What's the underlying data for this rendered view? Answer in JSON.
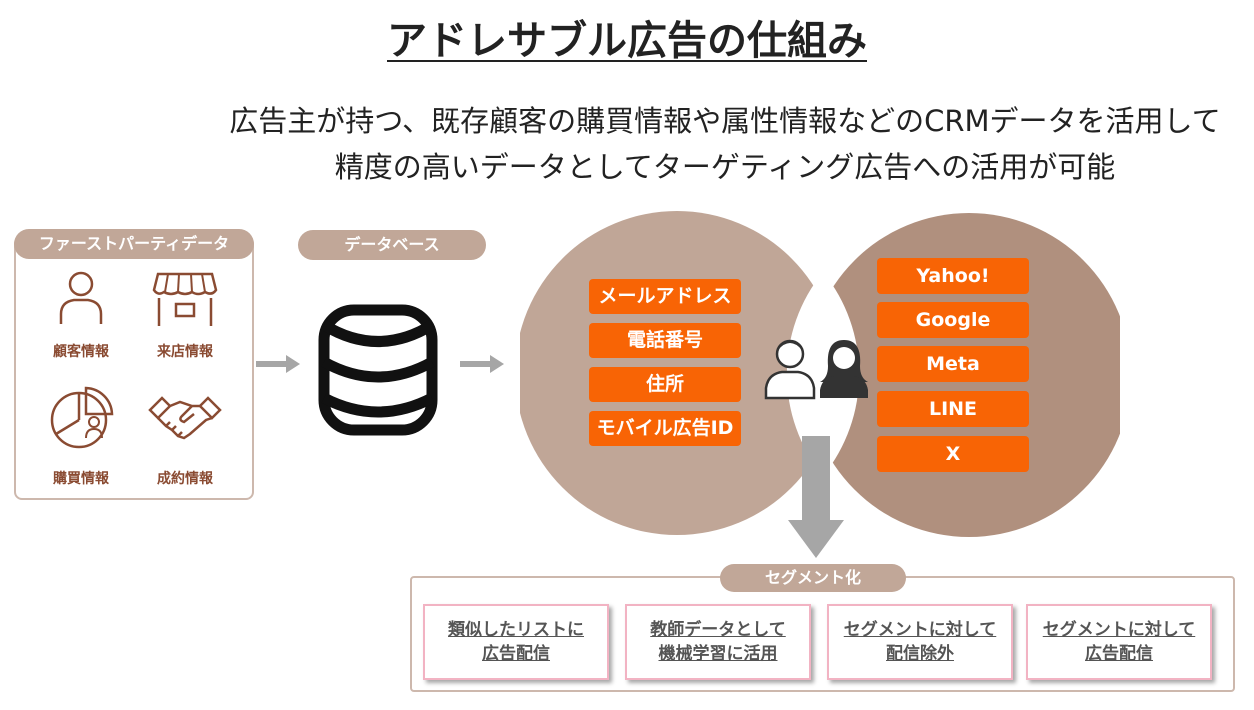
{
  "title": "アドレサブル広告の仕組み",
  "subtitle": {
    "line1": "広告主が持つ、既存顧客の購買情報や属性情報などのCRMデータを活用して",
    "line2": "精度の高いデータとしてターゲティング広告への活用が可能"
  },
  "first_party": {
    "label": "ファーストパーティデータ",
    "items": [
      {
        "label": "顧客情報",
        "icon": "person-icon"
      },
      {
        "label": "来店情報",
        "icon": "store-icon"
      },
      {
        "label": "購買情報",
        "icon": "pie-chart-person-icon"
      },
      {
        "label": "成約情報",
        "icon": "handshake-icon"
      }
    ]
  },
  "database": {
    "label": "データベース",
    "icon": "database-icon"
  },
  "left_circle_tags": [
    "メールアドレス",
    "電話番号",
    "住所",
    "モバイル広告ID"
  ],
  "right_circle_tags": [
    "Yahoo!",
    "Google",
    "Meta",
    "LINE",
    "X"
  ],
  "segment": {
    "label": "セグメント化",
    "cards": [
      "類似したリストに\n広告配信",
      "教師データとして\n機械学習に活用",
      "セグメントに対して\n配信除外",
      "セグメントに対して\n広告配信"
    ]
  },
  "colors": {
    "left_circle": "#c0a697",
    "right_circle": "#b0907e",
    "tag_orange": "#f86405",
    "pill": "#c1a798",
    "icon_brown": "#8a4b32",
    "arrow_gray": "#a6a6a6"
  }
}
